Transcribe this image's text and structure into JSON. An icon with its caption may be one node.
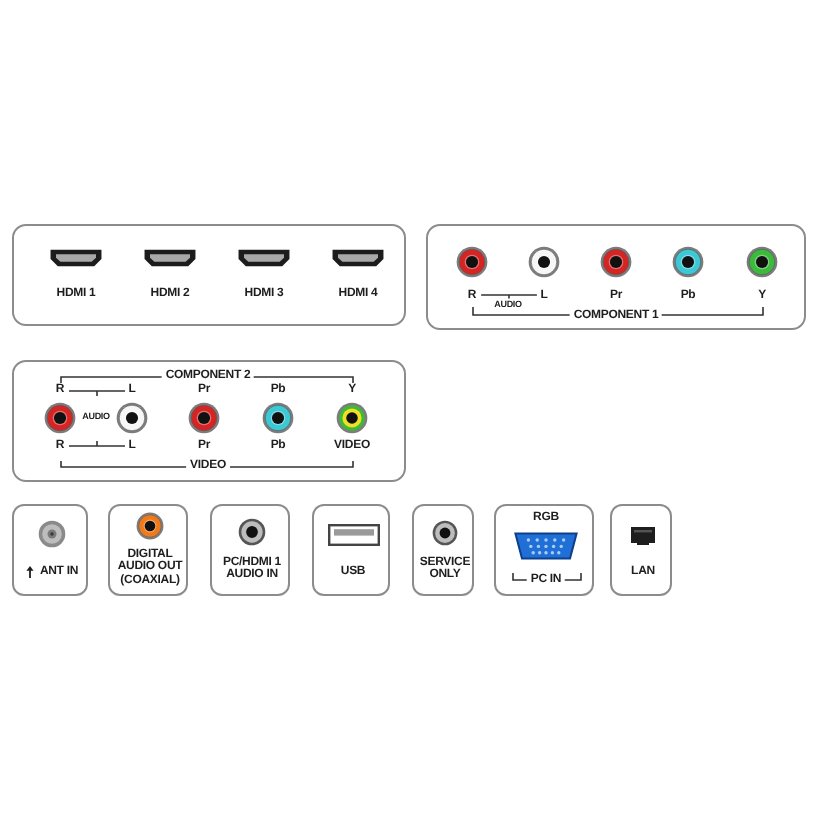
{
  "diagram": {
    "nodes": [
      {
        "text": [
          "HDMI 1",
          "HDMI 2",
          "HDMI 3",
          "HDMI 4"
        ]
      },
      {
        "text": [
          "R",
          "AUDIO",
          "L",
          "Pr",
          "Pb",
          "Y",
          "COMPONENT 1"
        ]
      },
      {
        "text": [
          "COMPONENT 2",
          "R",
          "L",
          "Pr",
          "Pb",
          "Y",
          "AUDIO",
          "R",
          "L",
          "Pr",
          "Pb",
          "VIDEO",
          "VIDEO"
        ]
      },
      {
        "text": [
          "ANT IN"
        ]
      },
      {
        "text": [
          "DIGITAL AUDIO OUT (COAXIAL)"
        ]
      },
      {
        "text": [
          "PC/HDMI 1 AUDIO IN"
        ]
      },
      {
        "text": [
          "USB"
        ]
      },
      {
        "text": [
          "SERVICE ONLY"
        ]
      },
      {
        "text": [
          "RGB",
          "PC IN"
        ]
      },
      {
        "text": [
          "LAN"
        ]
      }
    ]
  }
}
